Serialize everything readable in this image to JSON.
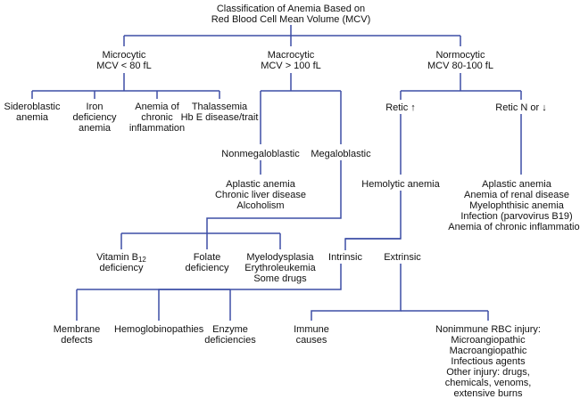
{
  "root": {
    "line1": "Classification of Anemia Based on",
    "line2": "Red Blood Cell Mean Volume (MCV)"
  },
  "microcytic": {
    "title": "Microcytic",
    "criterion": "MCV < 80 fL",
    "children": {
      "sideroblastic": [
        "Sideroblastic",
        "anemia"
      ],
      "iron_deficiency": [
        "Iron",
        "deficiency",
        "anemia"
      ],
      "chronic_inflammation": [
        "Anemia of",
        "chronic",
        "inflammation"
      ],
      "thalassemia": [
        "Thalassemia",
        "Hb E disease/trait"
      ]
    }
  },
  "macrocytic": {
    "title": "Macrocytic",
    "criterion": "MCV > 100 fL",
    "nonmegaloblastic": {
      "label": "Nonmegaloblastic",
      "causes": [
        "Aplastic anemia",
        "Chronic liver disease",
        "Alcoholism"
      ]
    },
    "megaloblastic": {
      "label": "Megaloblastic",
      "b12": {
        "prefix": "Vitamin B",
        "sub": "12",
        "line2": "deficiency"
      },
      "folate": [
        "Folate",
        "deficiency"
      ],
      "myelodysplasia": [
        "Myelodysplasia",
        "Erythroleukemia",
        "Some drugs"
      ]
    }
  },
  "normocytic": {
    "title": "Normocytic",
    "criterion": "MCV 80-100 fL",
    "retic_up": "Retic ↑",
    "retic_normal": "Retic N or ↓",
    "retic_normal_causes": [
      "Aplastic anemia",
      "Anemia of renal disease",
      "Myelophthisic anemia",
      "Infection (parvovirus B19)",
      "Anemia of chronic inflammation"
    ],
    "hemolytic": "Hemolytic anemia",
    "intrinsic": {
      "label": "Intrinsic",
      "membrane": [
        "Membrane",
        "defects"
      ],
      "hemoglobinopathies": "Hemoglobinopathies",
      "enzyme": [
        "Enzyme",
        "deficiencies"
      ]
    },
    "extrinsic": {
      "label": "Extrinsic",
      "immune": [
        "Immune",
        "causes"
      ],
      "nonimmune": [
        "Nonimmune RBC injury:",
        "Microangiopathic",
        "Macroangiopathic",
        "Infectious agents",
        "Other injury: drugs,",
        "chemicals, venoms,",
        "extensive burns"
      ]
    }
  },
  "colors": {
    "connector": "#3d4ea6",
    "text": "#111111"
  }
}
